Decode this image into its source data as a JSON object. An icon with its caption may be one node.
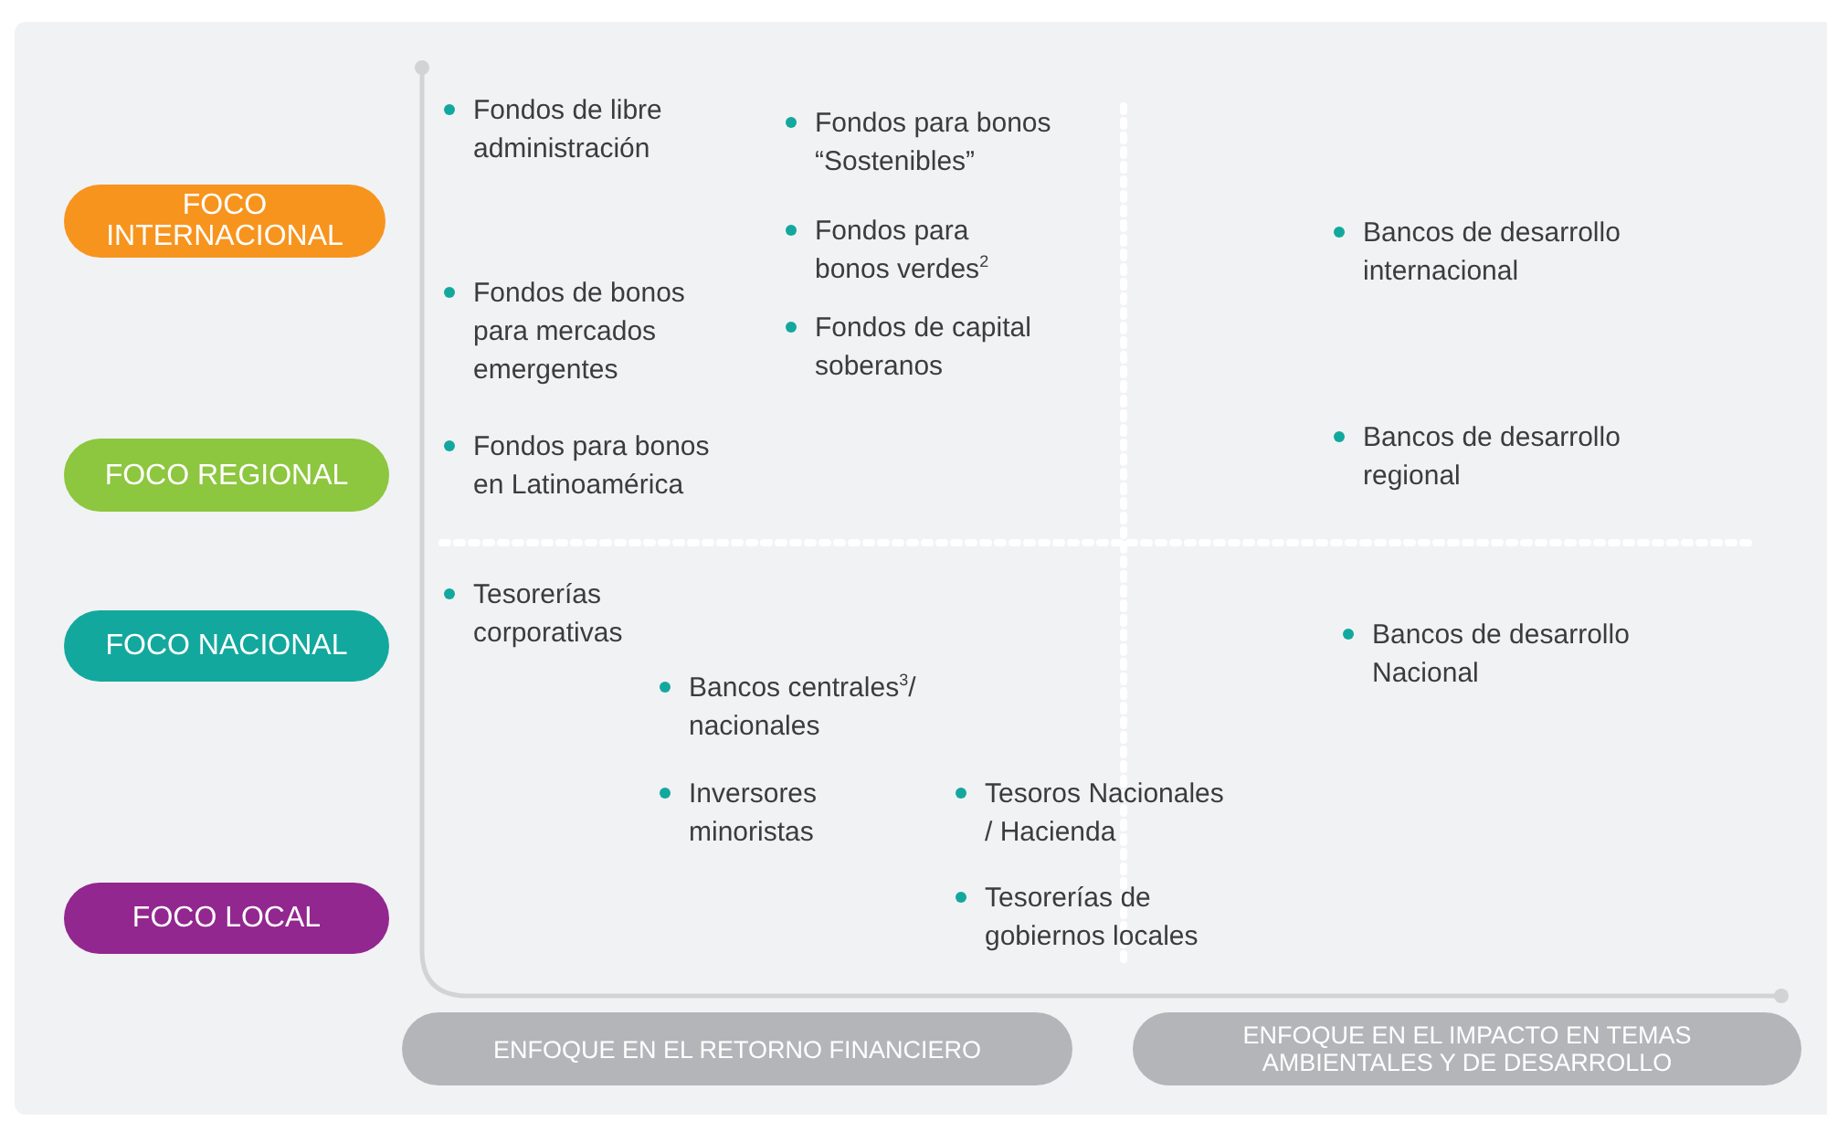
{
  "diagram": {
    "nodes": [
      {
        "text": [
          "FOCO INTERNACIONAL"
        ]
      },
      {
        "text": [
          "FOCO REGIONAL"
        ]
      },
      {
        "text": [
          "FOCO NACIONAL"
        ]
      },
      {
        "text": [
          "FOCO LOCAL"
        ]
      },
      {
        "text": [
          "ENFOQUE EN EL RETORNO FINANCIERO"
        ]
      },
      {
        "text": [
          "ENFOQUE EN EL IMPACTO EN TEMAS AMBIENTALES Y DE DESARROLLO"
        ]
      }
    ],
    "labels": [
      "Fondos de libre administración",
      "Fondos para bonos “Sostenibles”",
      "Fondos para bonos verdes$^{2}$",
      "Bancos de desarrollo internacional",
      "Fondos de bonos para mercados emergentes",
      "Fondos de capital soberanos",
      "Fondos para bonos en Latinoamérica",
      "Bancos de desarrollo regional",
      "Tesorerías corporativas",
      "Bancos de desarrollo Nacional",
      "Bancos centrales$^{3}$/ nacionales",
      "Inversores minoristas",
      "Tesoros Nacionales / Hacienda",
      "Tesorerías de gobiernos locales"
    ]
  }
}
